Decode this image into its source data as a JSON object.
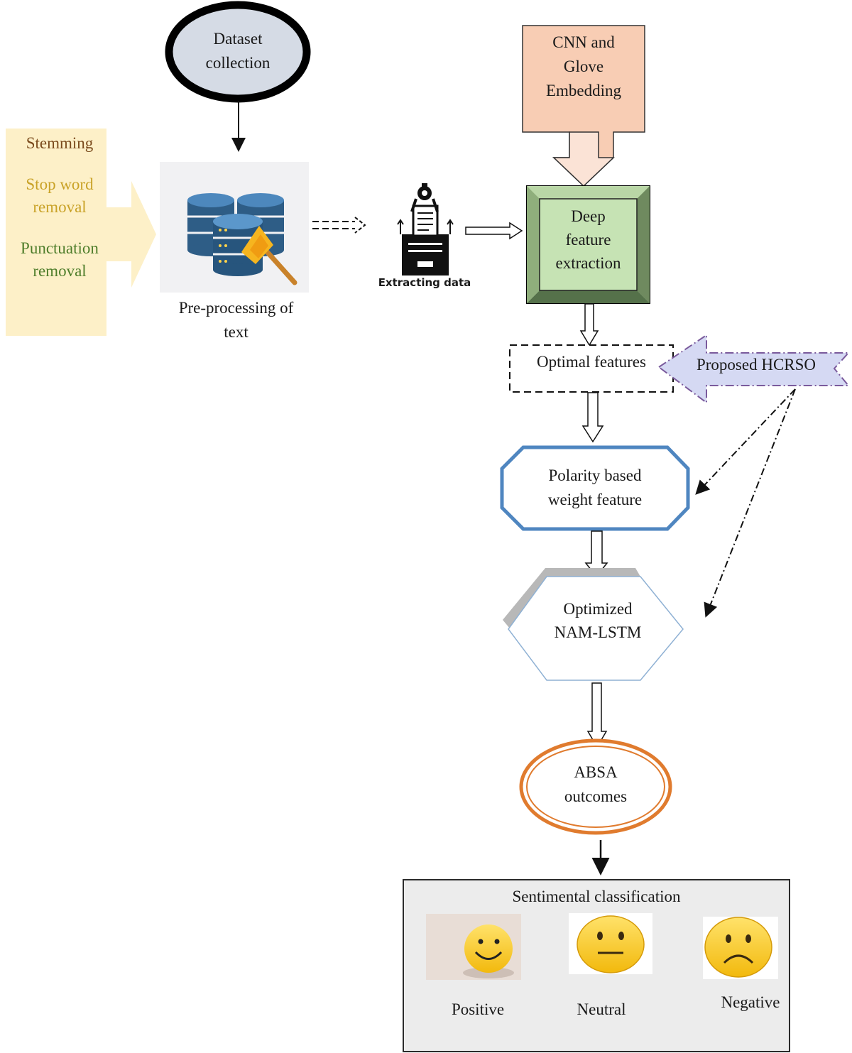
{
  "nodes": {
    "dataset": {
      "line1": "Dataset",
      "line2": "collection"
    },
    "preprocessing": {
      "line1": "Pre-processing of",
      "line2": "text"
    },
    "prep_steps": {
      "stemming": "Stemming",
      "stopword1": "Stop word",
      "stopword2": "removal",
      "punct1": "Punctuation",
      "punct2": "removal"
    },
    "extracting": "Extracting data",
    "cnn": {
      "line1": "CNN and",
      "line2": "Glove",
      "line3": "Embedding"
    },
    "deep": {
      "line1": "Deep",
      "line2": "feature",
      "line3": "extraction"
    },
    "optimal": "Optimal features",
    "hcrso": "Proposed HCRSO",
    "polarity": {
      "line1": "Polarity based",
      "line2": "weight feature"
    },
    "namlstm": {
      "line1": "Optimized",
      "line2": "NAM-LSTM"
    },
    "absa": {
      "line1": "ABSA",
      "line2": "outcomes"
    },
    "classification": {
      "title": "Sentimental classification",
      "positive": "Positive",
      "neutral": "Neutral",
      "negative": "Negative"
    }
  },
  "colors": {
    "prep_bg": "#fdf0c8",
    "stemming": "#7a4a1c",
    "stopword": "#c9a227",
    "punct": "#4e7d2a",
    "cnn_fill": "#f8cdb4",
    "deep_outer": "#7c9a6a",
    "deep_inner": "#c6e3b4",
    "hcrso_fill": "#d5d9f3",
    "hcrso_border": "#7a5a9c",
    "polarity_border": "#4f86c0",
    "absa_border": "#e07b2e",
    "dataset_fill": "#d5dbe5"
  }
}
